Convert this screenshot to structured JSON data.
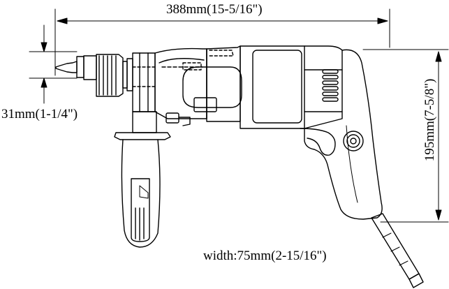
{
  "dimensions": {
    "length": "388mm(15-5/16\")",
    "chuck": "31mm(1-1/4\")",
    "height": "195mm(7-5/8\")",
    "width": "width:75mm(2-15/16\")"
  },
  "colors": {
    "line": "#000000",
    "background": "#ffffff"
  }
}
